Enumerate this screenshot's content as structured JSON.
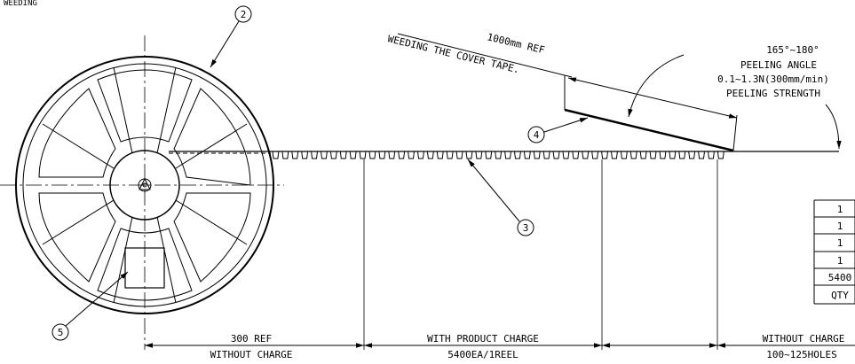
{
  "top_fragment": "WEEDING",
  "peel": {
    "ref_length": "1000mm REF",
    "instruction": "WEEDING THE COVER TAPE.",
    "angle": "165°~180°",
    "angle_label": "PEELING ANGLE",
    "strength": "0.1~1.3N(300mm/min)",
    "strength_label": "PEELING STRENGTH"
  },
  "balloons": [
    "2",
    "3",
    "4",
    "5"
  ],
  "dimensions": {
    "leader_value": "300 REF",
    "leader_label": "WITHOUT CHARGE",
    "product_value": "WITH PRODUCT CHARGE",
    "product_label": "5400EA/1REEL",
    "trailer_value": "WITHOUT CHARGE",
    "trailer_label": "100~125HOLES"
  },
  "table": {
    "rows": [
      "1",
      "1",
      "1",
      "1",
      "5400",
      "QTY"
    ]
  }
}
